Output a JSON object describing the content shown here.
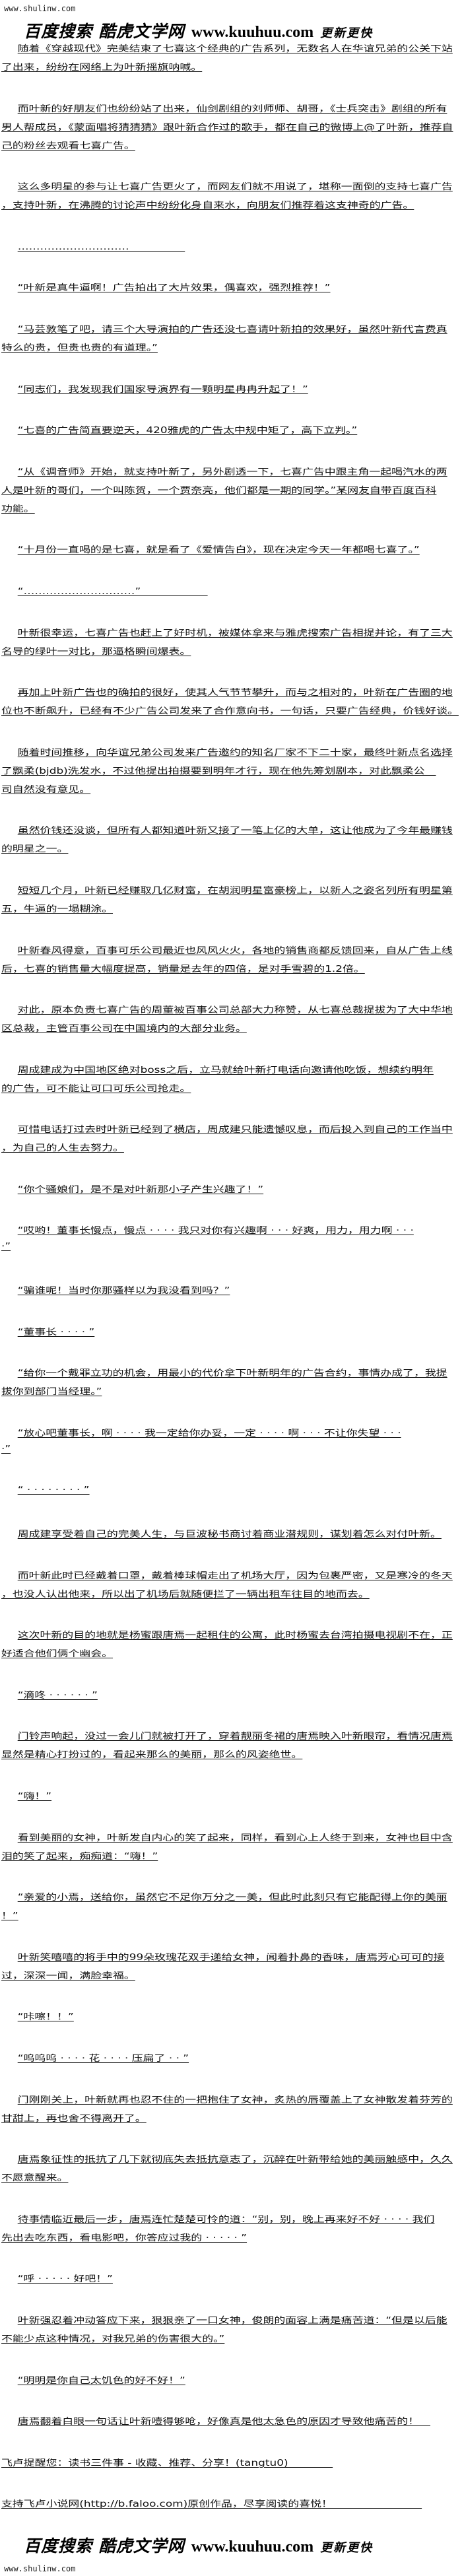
{
  "header": {
    "site_url": "www.shulinw.com",
    "logo_cn": "百度搜索 酷虎文学网",
    "logo_url": "www.kuuhuu.com",
    "logo_slogan": "更新更快"
  },
  "paragraphs": [
    {
      "lines": [
        "随着《穿越现代》完美结束了七喜这个经典的广告系列，无数名人在华谊兄弟的公关下站",
        "了出来，纷纷在网络上为叶新摇旗呐喊。"
      ]
    },
    {
      "lines": [
        "而叶新的好朋友们也纷纷站了出来，仙剑剧组的刘师师、胡哥，《士兵突击》剧组的所有",
        "男人帮成员，《蒙面唱将猜猜猜》跟叶新合作过的歌手，都在自己的微博上@了叶新，推荐自",
        "己的粉丝去观看七喜广告。"
      ]
    },
    {
      "lines": [
        "这么多明星的参与让七喜广告更火了，而网友们就不用说了，堪称一面倒的支持七喜广告",
        "，支持叶新，在沸腾的讨论声中纷纷化身自来水，向朋友们推荐着这支神奇的广告。"
      ]
    },
    {
      "lines": [
        "…………………………　　　　　"
      ]
    },
    {
      "lines": [
        "“叶新是真牛逼啊！广告拍出了大片效果，偶喜欢，强烈推荐！”"
      ]
    },
    {
      "lines": [
        "“马芸敦笔了吧，请三个大导演拍的广告还没七喜请叶新拍的效果好，虽然叶新代言费真",
        "特么的贵，但贵也贵的有道理。”"
      ]
    },
    {
      "lines": [
        "“同志们，我发现我们国家导演界有一颗明星冉冉升起了！”"
      ]
    },
    {
      "lines": [
        "“七喜的广告简直要逆天，420雅虎的广告太中规中矩了，高下立判。”"
      ]
    },
    {
      "lines": [
        "“从《调音师》开始，就支持叶新了，另外剧透一下，七喜广告中跟主角一起喝汽水的两",
        "人是叶新的哥们，一个叫陈贺，一个贾奈亮，他们都是一期的同学。”某网友自带百度百科",
        "功能。"
      ]
    },
    {
      "lines": [
        "“十月份一直喝的是七喜，就是看了《爱情告白》，现在决定今天一年都喝七喜了。”"
      ]
    },
    {
      "lines": [
        "“…………………………”　　　　　　"
      ]
    },
    {
      "lines": [
        "叶新很幸运，七喜广告也赶上了好时机，被媒体拿来与雅虎搜索广告相提并论，有了三大",
        "名导的绿叶一对比，那逼格瞬间爆表。"
      ]
    },
    {
      "lines": [
        "再加上叶新广告也的确拍的很好，使其人气节节攀升，而与之相对的，叶新在广告圈的地",
        "位也不断飙升，已经有不少广告公司发来了合作意向书，一句话，只要广告经典，价钱好谈。"
      ]
    },
    {
      "lines": [
        "随着时间推移，向华谊兄弟公司发来广告邀约的知名厂家不下二十家，最终叶新点名选择",
        "了飘柔(bjdb)洗发水，不过他提出拍摄要到明年才行，现在他先筹划剧本，对此飘柔公　",
        "司自然没有意见。"
      ]
    },
    {
      "lines": [
        "虽然价钱还没谈，但所有人都知道叶新又接了一笔上亿的大单，这让他成为了今年最赚钱",
        "的明星之一。"
      ]
    },
    {
      "lines": [
        "短短几个月，叶新已经赚取几亿财富，在胡润明星富豪榜上，以新人之姿名列所有明星第",
        "五，牛逼的一塌糊涂。"
      ]
    },
    {
      "lines": [
        "叶新春风得意，百事可乐公司最近也风风火火，各地的销售商都反馈回来，自从广告上线",
        "后，七喜的销售量大幅度提高，销量是去年的四倍，是对手雪碧的1.2倍。"
      ]
    },
    {
      "lines": [
        "对此，原本负责七喜广告的周董被百事公司总部大力称赞，从七喜总裁提拔为了大中华地",
        "区总裁，主管百事公司在中国境内的大部分业务。"
      ]
    },
    {
      "lines": [
        "周成建成为中国地区绝对boss之后，立马就给叶新打电话向邀请他吃饭，想续约明年",
        "的广告，可不能让可口可乐公司抢走。"
      ]
    },
    {
      "lines": [
        "可惜电话打过去时叶新已经到了横店，周成建只能遗憾叹息，而后投入到自己的工作当中",
        "，为自己的人生去努力。"
      ]
    },
    {
      "lines": [
        "“你个骚娘们，是不是对叶新那小子产生兴趣了！”"
      ]
    },
    {
      "lines": [
        "“哎哟！董事长慢点，慢点 · · · · 我只对你有兴趣啊 · · · 好爽，用力，用力啊 · · ·",
        "·”"
      ]
    },
    {
      "lines": [
        "“骗谁呢！当时你那骚样以为我没看到吗？”"
      ]
    },
    {
      "lines": [
        "“董事长 · · · · ”"
      ]
    },
    {
      "lines": [
        "“给你一个戴罪立功的机会，用最小的代价拿下叶新明年的广告合约，事情办成了，我提",
        "拔你到部门当经理。”"
      ]
    },
    {
      "lines": [
        "“放心吧董事长，啊 · · · · 我一定给你办妥，一定 · · · · 啊 · · · 不让你失望 · · ·",
        "·”"
      ]
    },
    {
      "lines": [
        "“ · · · · · · · · ”"
      ]
    },
    {
      "lines": [
        "周成建享受着自己的完美人生，与巨波秘书商讨着商业潜规则，谋划着怎么对付叶新。"
      ]
    },
    {
      "lines": [
        "而叶新此时已经戴着口罩，戴着棒球帽走出了机场大厅，因为包裹严密，又是寒冷的冬天",
        "，也没人认出他来，所以出了机场后就随便拦了一辆出租车往目的地而去。"
      ]
    },
    {
      "lines": [
        "这次叶新的目的地就是杨蜜跟唐焉一起租住的公寓，此时杨蜜去台湾拍摄电视剧不在，正",
        "好适合他们俩个幽会。"
      ]
    },
    {
      "lines": [
        "“滴咚 · · · · · · ”"
      ]
    },
    {
      "lines": [
        "门铃声响起，没过一会儿门就被打开了，穿着靓丽冬裙的唐焉映入叶新眼帘，看情况唐焉",
        "显然是精心打扮过的，看起来那么的美丽，那么的风姿绝世。"
      ]
    },
    {
      "lines": [
        "“嗨！”"
      ]
    },
    {
      "lines": [
        "看到美丽的女神，叶新发自内心的笑了起来，同样，看到心上人终于到来，女神也目中含",
        "泪的笑了起来，痴痴道：“嗨！”"
      ]
    },
    {
      "lines": [
        "“亲爱的小焉，送给你，虽然它不足你万分之一美，但此时此刻只有它能配得上你的美丽",
        "！”"
      ]
    },
    {
      "lines": [
        "叶新笑嘻嘻的将手中的99朵玫瑰花双手递给女神，闻着扑鼻的香味，唐焉芳心可可的接",
        "过，深深一闻，满脸幸福。"
      ]
    },
    {
      "lines": [
        "“咔嚓！！”"
      ]
    },
    {
      "lines": [
        "“呜呜呜 · · · · 花 · · · · 压扁了 · · ”"
      ]
    },
    {
      "lines": [
        "门刚刚关上，叶新就再也忍不住的一把抱住了女神，炙热的唇覆盖上了女神散发着芬芳的",
        "甘甜上，再也舍不得离开了。"
      ]
    },
    {
      "lines": [
        "唐焉象征性的抵抗了几下就彻底失去抵抗意志了，沉醉在叶新带给她的美丽触感中，久久",
        "不愿意醒来。"
      ]
    },
    {
      "lines": [
        "待事情临近最后一步，唐焉连忙楚楚可怜的道：“别，别，晚上再来好不好 · · · · 我们",
        "先出去吃东西，看电影吧，你答应过我的 · · · · · ”"
      ]
    },
    {
      "lines": [
        "“呼 · · · · · 好吧！”"
      ]
    },
    {
      "lines": [
        "叶新强忍着冲动答应下来，狠狠亲了一口女神，俊朗的面容上满是痛苦道：“但是以后能",
        "不能少点这种情况，对我兄弟的伤害很大的。”"
      ]
    },
    {
      "lines": [
        "“明明是你自己太饥色的好不好！”"
      ]
    },
    {
      "lines": [
        "唐焉翻着白眼一句话让叶新噎得够呛，好像真是他太急色的原因才导致他痛苦的！　"
      ]
    },
    {
      "lines": [
        "飞卢提醒您：读书三件事 - 收藏、推荐、分享！(tangtu0)　　　　"
      ],
      "noindent": true
    },
    {
      "lines": [
        "支持飞卢小说网(http://b.faloo.com)原创作品，尽享阅读的喜悦！　　　　　　　　"
      ],
      "noindent": true
    }
  ],
  "footer": {
    "logo_cn": "百度搜索 酷虎文学网",
    "logo_url": "www.kuuhuu.com",
    "logo_slogan": "更新更快",
    "site_url": "www.shulinw.com"
  }
}
